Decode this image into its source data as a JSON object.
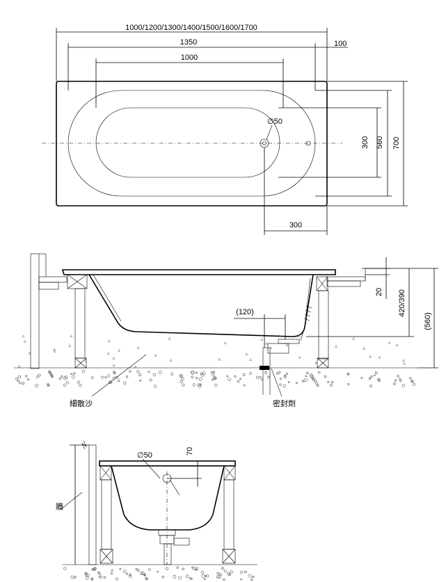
{
  "plan_view": {
    "dim_total_lengths": "1000/1200/1300/1400/1500/1600/1700",
    "dim_1350": "1350",
    "dim_1000": "1000",
    "dim_100": "100",
    "dim_drain_diameter": "∅50",
    "dim_300_vertical": "300",
    "dim_560": "560",
    "dim_700": "700",
    "dim_300_horizontal": "300"
  },
  "side_section": {
    "dim_120": "(120)",
    "dim_20": "20",
    "dim_420_390": "420/390",
    "dim_560": "(560)",
    "label_fine_sand": "細散沙",
    "label_sealant": "密封劑"
  },
  "end_section": {
    "dim_drain_diameter": "∅50",
    "dim_70": "70",
    "label_wall": "牆"
  }
}
